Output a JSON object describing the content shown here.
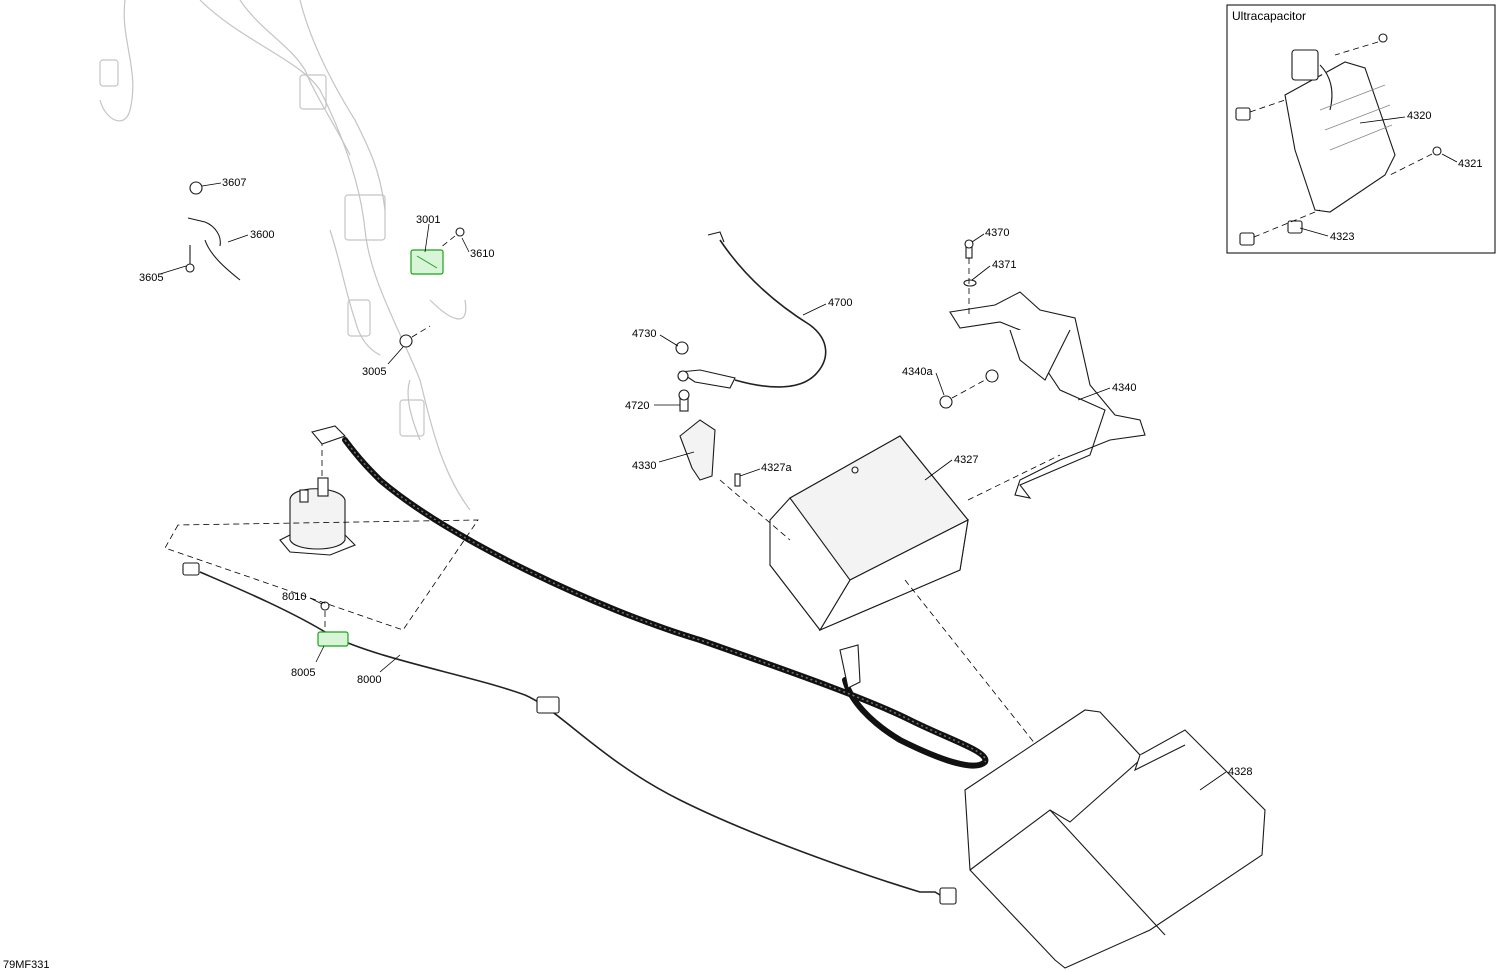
{
  "inset": {
    "title": "Ultracapacitor"
  },
  "callouts": {
    "c3001": "3001",
    "c3005": "3005",
    "c3600": "3600",
    "c3605": "3605",
    "c3607": "3607",
    "c3610": "3610",
    "c4320": "4320",
    "c4321": "4321",
    "c4323": "4323",
    "c4327": "4327",
    "c4327a": "4327a",
    "c4328": "4328",
    "c4330": "4330",
    "c4340": "4340",
    "c4340a": "4340a",
    "c4370": "4370",
    "c4371": "4371",
    "c4700": "4700",
    "c4720": "4720",
    "c4730": "4730",
    "c8000": "8000",
    "c8005": "8005",
    "c8010": "8010"
  },
  "footer": {
    "code": "79MF331"
  },
  "colors": {
    "highlight": "#1aa31a",
    "line": "#000000",
    "ghost": "#c4c4c4"
  }
}
